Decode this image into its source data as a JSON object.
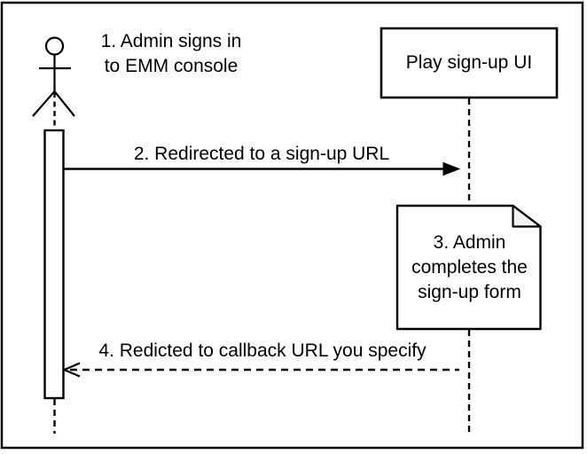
{
  "colors": {
    "line": "#000000",
    "background": "#ffffff",
    "shape_fill": "#ffffff",
    "note_fold_fill": "#f2f2f2"
  },
  "actor": {
    "label_line1": "1. Admin signs in",
    "label_line2": "to EMM console"
  },
  "participant": {
    "label": "Play sign-up UI"
  },
  "messages": {
    "redirect": {
      "label": "2. Redirected to a sign-up URL",
      "style": "solid",
      "direction": "right"
    },
    "callback": {
      "label": "4. Redicted to callback URL you specify",
      "style": "dashed",
      "direction": "left"
    }
  },
  "note": {
    "line1": "3. Admin",
    "line2": "completes the",
    "line3": "sign-up form"
  }
}
